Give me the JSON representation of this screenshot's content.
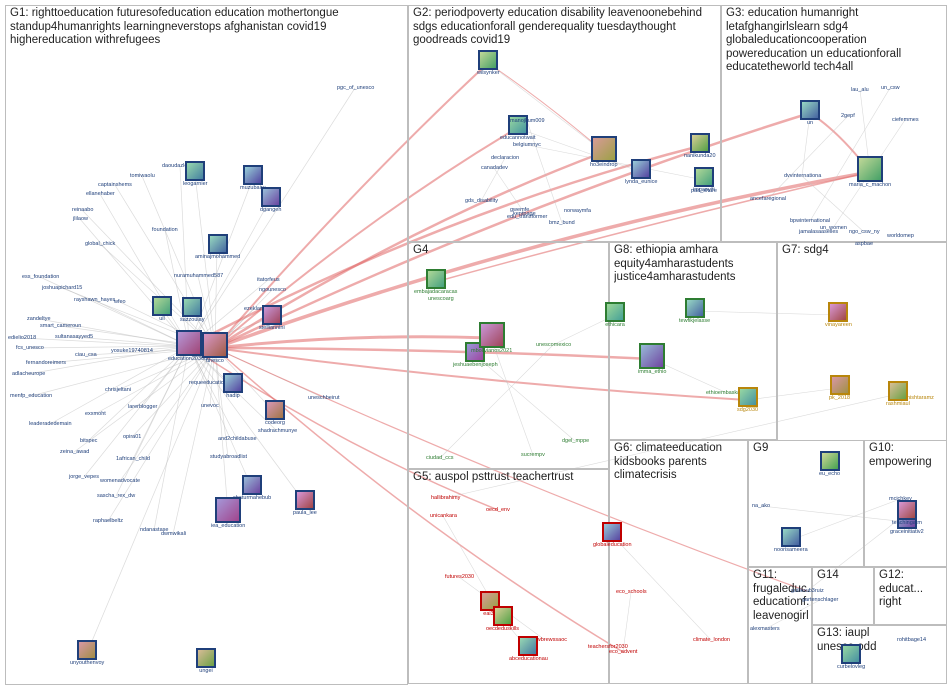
{
  "colors": {
    "group_border": "#bdbdbd",
    "edge": "#bdbdbd",
    "edge_strong": "#e06666",
    "label_default": "#1f3f7a"
  },
  "groups": [
    {
      "id": "G1",
      "title": "G1: righttoeducation futuresofeducation education mothertongue\nstandup4humanrights learningneverstops afghanistan covid19\nhighereducation withrefugees"
    },
    {
      "id": "G2",
      "title": "G2: periodpoverty education disability leavenoonebehind\nsdgs educationforall genderequality tuesdaythought\ngoodreads covid19"
    },
    {
      "id": "G3",
      "title": "G3: education humanright\nletafghangirlslearn sdg4\nglobaleducationcooperation\npowereducation un educationforall\neducatetheworld tech4all"
    },
    {
      "id": "G4",
      "title": "G4"
    },
    {
      "id": "G5",
      "title": "G5: auspol psttrust teachertrust"
    },
    {
      "id": "G6",
      "title": "G6: climateeducation\nkidsbooks parents\nclimatecrisis"
    },
    {
      "id": "G7",
      "title": "G7: sdg4"
    },
    {
      "id": "G8",
      "title": "G8: ethiopia amhara\nequity4amharastudents\njustice4amharastudents"
    },
    {
      "id": "G9",
      "title": "G9"
    },
    {
      "id": "G10",
      "title": "G10:\nempowering"
    },
    {
      "id": "G11",
      "title": "G11:\nfrugaleduc...\neducationf...\nleavenogirl..."
    },
    {
      "id": "G12",
      "title": "G12:\neducat...\nright"
    },
    {
      "id": "G13",
      "title": "G13: iaupl\nunesco odd"
    },
    {
      "id": "G14",
      "title": "G14"
    }
  ],
  "nodes": [
    {
      "label": "pgc_of_unesco",
      "color": "#1f3f7a"
    },
    {
      "label": "tomiwaolu",
      "color": "#1f3f7a"
    },
    {
      "label": "daoudazlekone",
      "color": "#1f3f7a"
    },
    {
      "label": "leogarnier",
      "color": "#1f3f7a"
    },
    {
      "label": "muzubairu",
      "color": "#1f3f7a"
    },
    {
      "label": "captainshems",
      "color": "#1f3f7a"
    },
    {
      "label": "ellanehaber",
      "color": "#1f3f7a"
    },
    {
      "label": "reinaabo",
      "color": "#1f3f7a"
    },
    {
      "label": "jlilaow",
      "color": "#1f3f7a"
    },
    {
      "label": "global_chick",
      "color": "#1f3f7a"
    },
    {
      "label": "foundation",
      "color": "#1f3f7a"
    },
    {
      "label": "aminajmohammed",
      "color": "#1f3f7a"
    },
    {
      "label": "dgangeh",
      "color": "#1f3f7a"
    },
    {
      "label": "nuramuhammed587",
      "color": "#1f3f7a"
    },
    {
      "label": "itatorfeus",
      "color": "#1f3f7a"
    },
    {
      "label": "ngounesco",
      "color": "#1f3f7a"
    },
    {
      "label": "ess_foundation",
      "color": "#1f3f7a"
    },
    {
      "label": "joshuapichard15",
      "color": "#1f3f7a"
    },
    {
      "label": "rayshawn_hayes",
      "color": "#1f3f7a"
    },
    {
      "label": "wfeo",
      "color": "#1f3f7a"
    },
    {
      "label": "zandeltye",
      "color": "#1f3f7a"
    },
    {
      "label": "smart_cameroun",
      "color": "#1f3f7a"
    },
    {
      "label": "sultanasayyed5",
      "color": "#1f3f7a"
    },
    {
      "label": "edielio2018",
      "color": "#1f3f7a"
    },
    {
      "label": "fcs_unesco",
      "color": "#1f3f7a"
    },
    {
      "label": "fernandoreimers",
      "color": "#1f3f7a"
    },
    {
      "label": "adlacheurope",
      "color": "#1f3f7a"
    },
    {
      "label": "menfp_education",
      "color": "#1f3f7a"
    },
    {
      "label": "leaderadedemain",
      "color": "#1f3f7a"
    },
    {
      "label": "ciau_csa",
      "color": "#1f3f7a"
    },
    {
      "label": "yosuke19740814",
      "color": "#1f3f7a"
    },
    {
      "label": "chrisjeltani",
      "color": "#1f3f7a"
    },
    {
      "label": "larerblogger",
      "color": "#1f3f7a"
    },
    {
      "label": "exxmoht",
      "color": "#1f3f7a"
    },
    {
      "label": "bitspec",
      "color": "#1f3f7a"
    },
    {
      "label": "opira01",
      "color": "#1f3f7a"
    },
    {
      "label": "1african_child",
      "color": "#1f3f7a"
    },
    {
      "label": "zeina_awad",
      "color": "#1f3f7a"
    },
    {
      "label": "jorge_vepes",
      "color": "#1f3f7a"
    },
    {
      "label": "womenadvocate",
      "color": "#1f3f7a"
    },
    {
      "label": "sascha_rex_dw",
      "color": "#1f3f7a"
    },
    {
      "label": "raphaelbeltz",
      "color": "#1f3f7a"
    },
    {
      "label": "ndanastase",
      "color": "#1f3f7a"
    },
    {
      "label": "dwmwikali",
      "color": "#1f3f7a"
    },
    {
      "label": "education2030un",
      "color": "#1f3f7a"
    },
    {
      "label": "unesco",
      "color": "#1f3f7a"
    },
    {
      "label": "requeeducation",
      "color": "#1f3f7a"
    },
    {
      "label": "unevoc",
      "color": "#1f3f7a"
    },
    {
      "label": "uil",
      "color": "#1f3f7a"
    },
    {
      "label": "sazzoulay",
      "color": "#1f3f7a"
    },
    {
      "label": "hadip",
      "color": "#1f3f7a"
    },
    {
      "label": "ezeklani",
      "color": "#1f3f7a"
    },
    {
      "label": "stelliannini",
      "color": "#1f3f7a"
    },
    {
      "label": "codeorg",
      "color": "#1f3f7a"
    },
    {
      "label": "shadrachmunye",
      "color": "#1f3f7a"
    },
    {
      "label": "uneschbeirut",
      "color": "#1f3f7a"
    },
    {
      "label": "and2childabuse",
      "color": "#1f3f7a"
    },
    {
      "label": "studyabroadlist",
      "color": "#1f3f7a"
    },
    {
      "label": "chaturmahebub",
      "color": "#1f3f7a"
    },
    {
      "label": "iea_education",
      "color": "#1f3f7a"
    },
    {
      "label": "paula_lee",
      "color": "#1f3f7a"
    },
    {
      "label": "unyouthenvoy",
      "color": "#1f3f7a"
    },
    {
      "label": "ungei",
      "color": "#1f3f7a"
    },
    {
      "label": "wilsynker",
      "color": "#1f3f7a"
    },
    {
      "label": "educannotwait",
      "color": "#1f3f7a"
    },
    {
      "label": "belgiumnyc",
      "color": "#1f3f7a"
    },
    {
      "label": "declaracion",
      "color": "#1f3f7a"
    },
    {
      "label": "canadadev",
      "color": "#1f3f7a"
    },
    {
      "label": "manojkum009",
      "color": "#1f3f7a"
    },
    {
      "label": "ho3eindrop",
      "color": "#1f3f7a"
    },
    {
      "label": "nanikunda20",
      "color": "#1f3f7a"
    },
    {
      "label": "imganyiti",
      "color": "#1f3f7a"
    },
    {
      "label": "pad_share",
      "color": "#1f3f7a"
    },
    {
      "label": "lynda_eunice",
      "color": "#1f3f7a"
    },
    {
      "label": "gds_disability",
      "color": "#1f3f7a"
    },
    {
      "label": "edu_transformer",
      "color": "#1f3f7a"
    },
    {
      "label": "bmz_bund",
      "color": "#1f3f7a"
    },
    {
      "label": "norwaymfa",
      "color": "#1f3f7a"
    },
    {
      "label": "kentpage",
      "color": "#1f3f7a"
    },
    {
      "label": "gwemfe",
      "color": "#1f3f7a"
    },
    {
      "label": "un",
      "color": "#1f3f7a"
    },
    {
      "label": "lau_alu",
      "color": "#1f3f7a"
    },
    {
      "label": "2gepf",
      "color": "#1f3f7a"
    },
    {
      "label": "un_csw",
      "color": "#1f3f7a"
    },
    {
      "label": "ciefemmes",
      "color": "#1f3f7a"
    },
    {
      "label": "dvvinternationa",
      "color": "#1f3f7a"
    },
    {
      "label": "maria_c_machon",
      "color": "#1f3f7a"
    },
    {
      "label": "ancefaregional",
      "color": "#1f3f7a"
    },
    {
      "label": "bpwinternational",
      "color": "#1f3f7a"
    },
    {
      "label": "un_women",
      "color": "#1f3f7a"
    },
    {
      "label": "ngo_csw_ny",
      "color": "#1f3f7a"
    },
    {
      "label": "jamalasaaselles",
      "color": "#1f3f7a"
    },
    {
      "label": "worldomep",
      "color": "#1f3f7a"
    },
    {
      "label": "aspbae",
      "color": "#1f3f7a"
    },
    {
      "label": "embajadacaracas",
      "color": "#2e7d32"
    },
    {
      "label": "unescoarg",
      "color": "#2e7d32"
    },
    {
      "label": "ciudad_ccs",
      "color": "#2e7d32"
    },
    {
      "label": "jeshuaebenjoseph",
      "color": "#2e7d32"
    },
    {
      "label": "mbolivianos2021",
      "color": "#2e7d32"
    },
    {
      "label": "unescomexico",
      "color": "#2e7d32"
    },
    {
      "label": "dgel_mppe",
      "color": "#2e7d32"
    },
    {
      "label": "sucrempv",
      "color": "#2e7d32"
    },
    {
      "label": "ethicara",
      "color": "#2e7d32"
    },
    {
      "label": "tewfikjelasse",
      "color": "#2e7d32"
    },
    {
      "label": "imma_ethio",
      "color": "#2e7d32"
    },
    {
      "label": "ethioembaskaber",
      "color": "#2e7d32"
    },
    {
      "label": "vinayareen",
      "color": "#b8860b"
    },
    {
      "label": "pk_2018",
      "color": "#b8860b"
    },
    {
      "label": "rashmiaul",
      "color": "#b8860b"
    },
    {
      "label": "nishtaramz",
      "color": "#b8860b"
    },
    {
      "label": "sdg2030",
      "color": "#b8860b"
    },
    {
      "label": "hallibrahimy",
      "color": "#c00000"
    },
    {
      "label": "oecd_env",
      "color": "#c00000"
    },
    {
      "label": "unicankara",
      "color": "#c00000"
    },
    {
      "label": "futures2030",
      "color": "#c00000"
    },
    {
      "label": "eai35",
      "color": "#c00000"
    },
    {
      "label": "oecdeduskills",
      "color": "#c00000"
    },
    {
      "label": "thenewbrewssaoc",
      "color": "#c00000"
    },
    {
      "label": "abceducationau",
      "color": "#c00000"
    },
    {
      "label": "globaleducation",
      "color": "#c00000"
    },
    {
      "label": "eco_schools",
      "color": "#c00000"
    },
    {
      "label": "teachersfor2030",
      "color": "#c00000"
    },
    {
      "label": "climate_london",
      "color": "#c00000"
    },
    {
      "label": "eco_advent",
      "color": "#c00000"
    },
    {
      "label": "eu_echo",
      "color": "#1f3f7a"
    },
    {
      "label": "na_ako",
      "color": "#1f3f7a"
    },
    {
      "label": "noorisameera",
      "color": "#1f3f7a"
    },
    {
      "label": "graceinitiativ2",
      "color": "#1f3f7a"
    },
    {
      "label": "mcichkey",
      "color": "#1f3f7a"
    },
    {
      "label": "teachingatm",
      "color": "#1f3f7a"
    },
    {
      "label": "guillerub3ruiz",
      "color": "#1f3f7a"
    },
    {
      "label": "alexmasters",
      "color": "#1f3f7a"
    },
    {
      "label": "gartenschlager",
      "color": "#1f3f7a"
    },
    {
      "label": "curbelovleg",
      "color": "#1f3f7a"
    },
    {
      "label": "rohitbage14",
      "color": "#1f3f7a"
    }
  ]
}
